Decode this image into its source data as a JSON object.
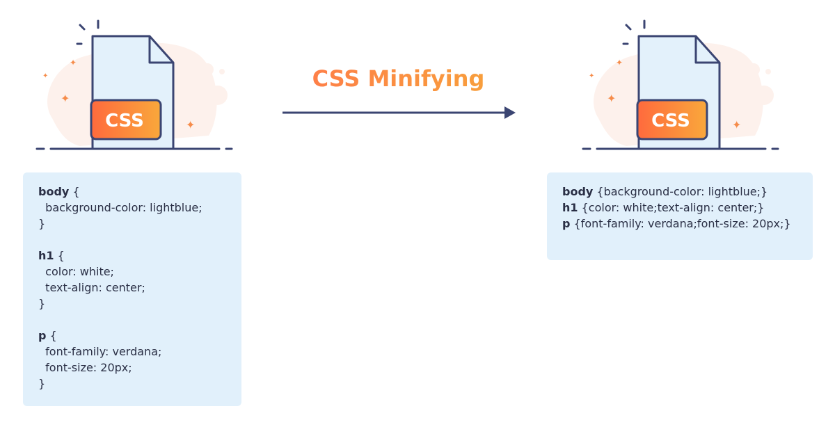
{
  "title": "CSS Minifying",
  "illustration": {
    "badge_text": "CSS",
    "colors": {
      "file_fill": "#e3f1fb",
      "file_stroke": "#3b4572",
      "badge_start": "#ff6a3d",
      "badge_end": "#f9a83b",
      "blob": "#fdf1ec",
      "sparkle": "#f68c4a"
    }
  },
  "before": {
    "lines": [
      {
        "selector": "body",
        "rest": " {"
      },
      {
        "selector": "",
        "rest": "  background-color: lightblue;"
      },
      {
        "selector": "",
        "rest": "}"
      },
      {
        "selector": "",
        "rest": ""
      },
      {
        "selector": "h1",
        "rest": " {"
      },
      {
        "selector": "",
        "rest": "  color: white;"
      },
      {
        "selector": "",
        "rest": "  text-align: center;"
      },
      {
        "selector": "",
        "rest": "}"
      },
      {
        "selector": "",
        "rest": ""
      },
      {
        "selector": "p",
        "rest": " {"
      },
      {
        "selector": "",
        "rest": "  font-family: verdana;"
      },
      {
        "selector": "",
        "rest": "  font-size: 20px;"
      },
      {
        "selector": "",
        "rest": "}"
      }
    ]
  },
  "after": {
    "lines": [
      {
        "selector": "body",
        "rest": " {background-color: lightblue;}"
      },
      {
        "selector": "h1",
        "rest": " {color: white;text-align: center;}"
      },
      {
        "selector": "p",
        "rest": " {font-family: verdana;font-size: 20px;}"
      }
    ]
  }
}
